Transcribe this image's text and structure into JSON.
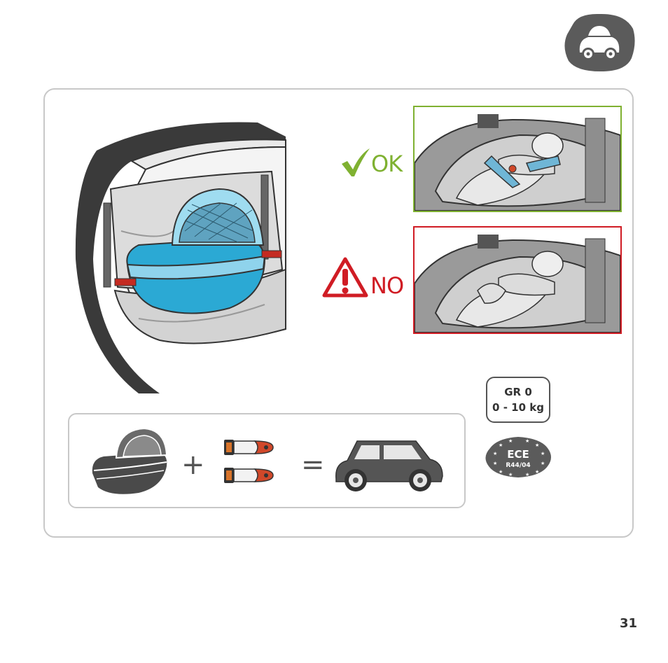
{
  "verdicts": {
    "ok_label": "OK",
    "no_label": "NO",
    "ok_color": "#7fb131",
    "no_color": "#d01c24"
  },
  "equation": {
    "plus": "+",
    "equals": "="
  },
  "badge": {
    "group": "GR 0",
    "weight": "0 - 10 kg"
  },
  "seal": {
    "title": "ECE",
    "regulation": "R44/04"
  },
  "icons": {
    "header": "car-icon",
    "ok": "check-icon",
    "no": "warning-icon"
  },
  "page_number": "31"
}
